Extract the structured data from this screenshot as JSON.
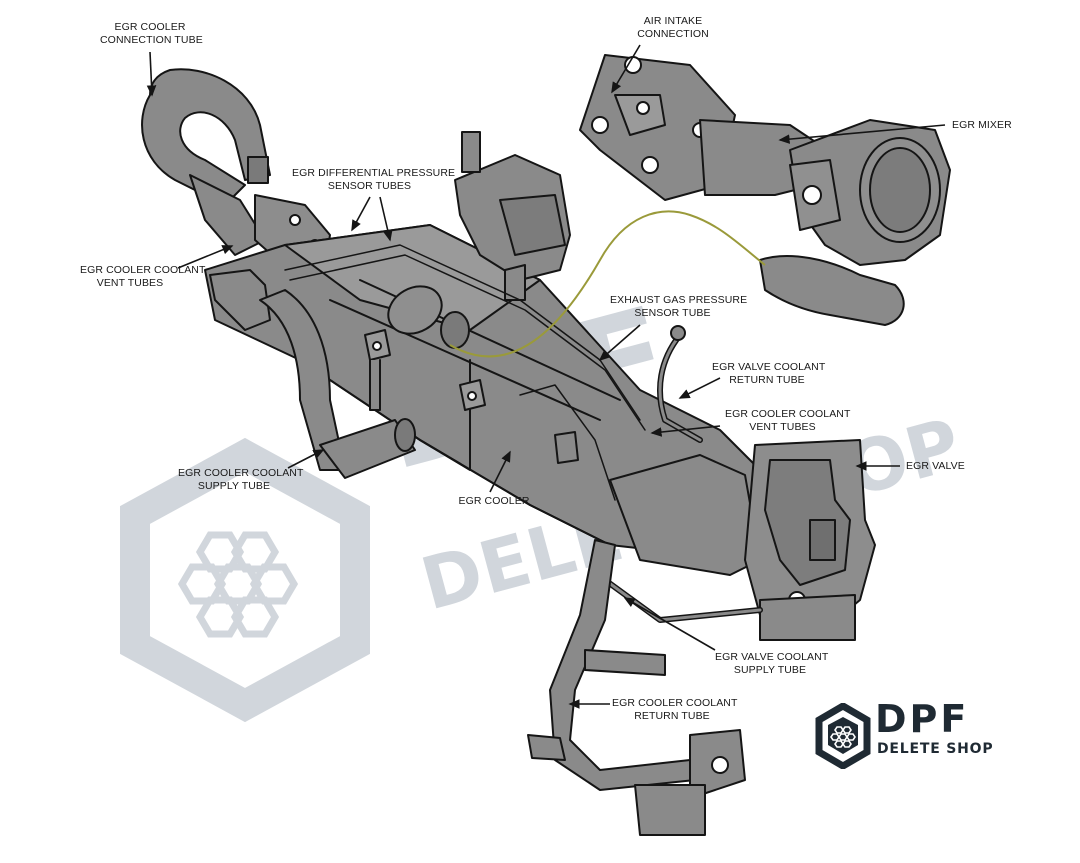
{
  "labels": {
    "egr_cooler_connection_tube": [
      "EGR COOLER",
      "CONNECTION TUBE"
    ],
    "air_intake_connection": [
      "AIR INTAKE",
      "CONNECTION"
    ],
    "egr_mixer": [
      "EGR MIXER"
    ],
    "egr_differential_pressure_sensor_tubes": [
      "EGR DIFFERENTIAL PRESSURE",
      "SENSOR TUBES"
    ],
    "egr_cooler_coolant_vent_tubes_left": [
      "EGR COOLER COOLANT",
      "VENT TUBES"
    ],
    "exhaust_gas_pressure_sensor_tube": [
      "EXHAUST GAS PRESSURE",
      "SENSOR TUBE"
    ],
    "egr_valve_coolant_return_tube": [
      "EGR VALVE COOLANT",
      "RETURN TUBE"
    ],
    "egr_cooler_coolant_vent_tubes_right": [
      "EGR COOLER COOLANT",
      "VENT TUBES"
    ],
    "egr_valve": [
      "EGR VALVE"
    ],
    "egr_cooler_coolant_supply_tube": [
      "EGR COOLER COOLANT",
      "SUPPLY TUBE"
    ],
    "egr_cooler": [
      "EGR COOLER"
    ],
    "egr_valve_coolant_supply_tube": [
      "EGR VALVE COOLANT",
      "SUPPLY TUBE"
    ],
    "egr_cooler_coolant_return_tube": [
      "EGR COOLER COOLANT",
      "RETURN TUBE"
    ]
  },
  "watermark": {
    "text": "DPF DELETE SHOP",
    "color": "#c9cfd6"
  },
  "logo": {
    "line1": "DPF",
    "line2": "DELETE SHOP",
    "color": "#1f2a33"
  },
  "colors": {
    "part_fill": "#8a8a8a",
    "part_dark": "#6f6f6f",
    "outline": "#151515",
    "sensor_wire": "#9a9a3a",
    "watermark": "#c9cfd6"
  }
}
